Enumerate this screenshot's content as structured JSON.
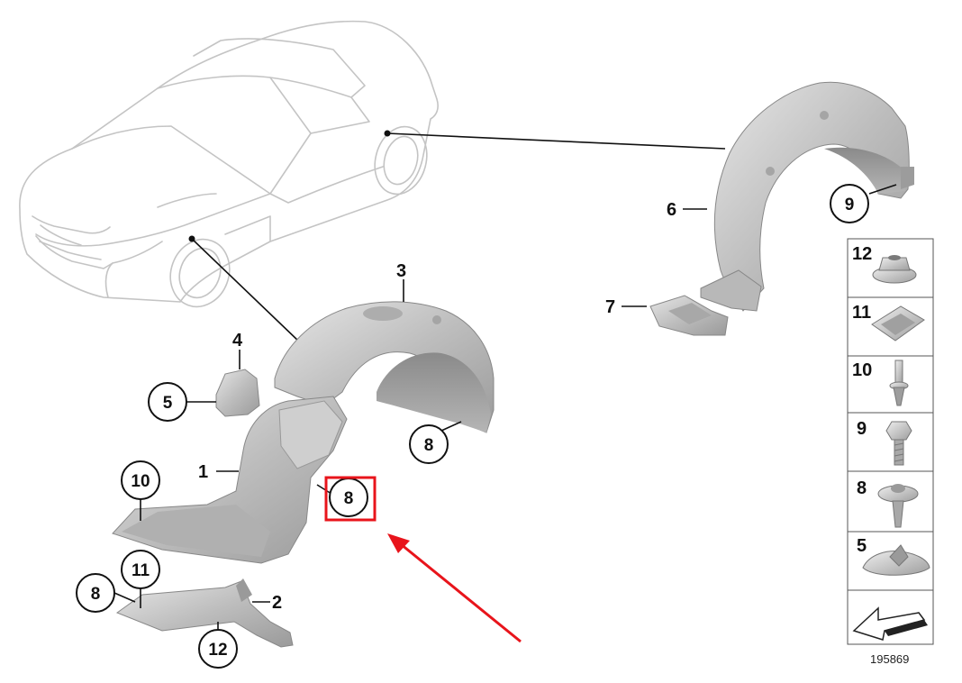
{
  "diagram": {
    "callouts": {
      "p1": "1",
      "p2": "2",
      "p3": "3",
      "p4": "4",
      "p5": "5",
      "p6": "6",
      "p7": "7",
      "p8a": "8",
      "p8b": "8",
      "p8c": "8",
      "p9": "9",
      "p10": "10",
      "p11": "11",
      "p12": "12"
    },
    "legend": [
      "12",
      "11",
      "10",
      "9",
      "8",
      "5"
    ],
    "reference_number": "195869",
    "highlight_color": "#e8141b",
    "part_color": "#c9c9c9",
    "line_color": "#111111"
  }
}
